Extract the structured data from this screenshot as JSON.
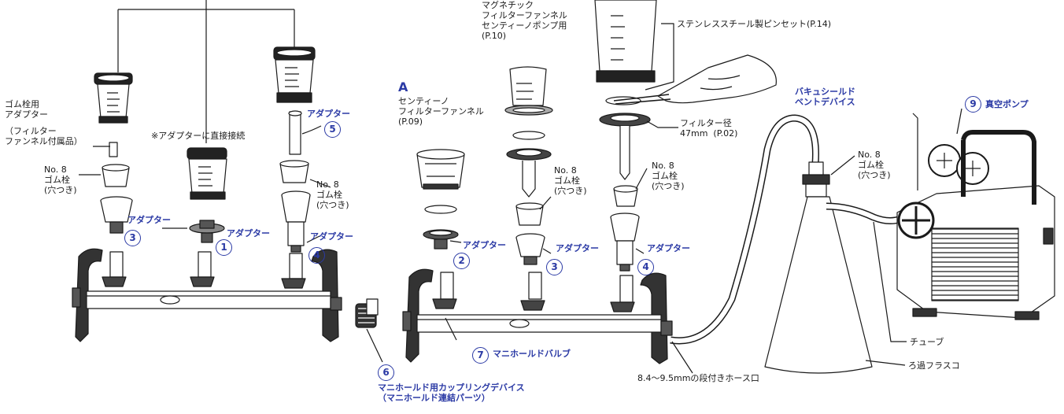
{
  "labels": {
    "rubber_adapter": "ゴム栓用\nアダプター",
    "filter_funnel_accessory": "（フィルター\nファンネル付属品）",
    "stopper_left": "No. 8\nゴム栓\n(穴つき)",
    "direct_connect": "※アダプターに直接接続",
    "stopper_mid": "No. 8\nゴム栓\n(穴つき)",
    "magnetic_funnel": "マグネチック\nフィルターファンネル\nセンティーノポンプ用\n(P.10)",
    "letter_a": "A",
    "sentino_funnel": "センティーノ\nフィルターファンネル\n(P.09)",
    "stainless_tweezers": "ステンレススチール製ピンセット(P.14)",
    "filter_diameter": "フィルター径\n47mm  (P.02)",
    "stopper_right1": "No. 8\nゴム栓\n(穴つき)",
    "stopper_right2": "No. 8\nゴム栓\n(穴つき)",
    "stopper_flask": "No. 8\nゴム栓\n(穴つき)",
    "vacushield": "バキュシールド\nベントデバイス",
    "vacuum_pump": "真空ポンプ",
    "tube": "チューブ",
    "filter_flask": "ろ過フラスコ",
    "hose_port": "8.4～9.5mmの段付きホース口",
    "manifold_valve": "マニホールドバルブ",
    "coupling_device": "マニホールド用カップリングデバイス\n（マニホールド連結パーツ）",
    "adapter": "アダプター"
  },
  "numbers": {
    "n1": "1",
    "n2": "2",
    "n3": "3",
    "n4": "4",
    "n5": "5",
    "n6": "6",
    "n7": "7",
    "n9": "9"
  },
  "colors": {
    "accent": "#2b3aa5",
    "line": "#1a1a1a"
  }
}
